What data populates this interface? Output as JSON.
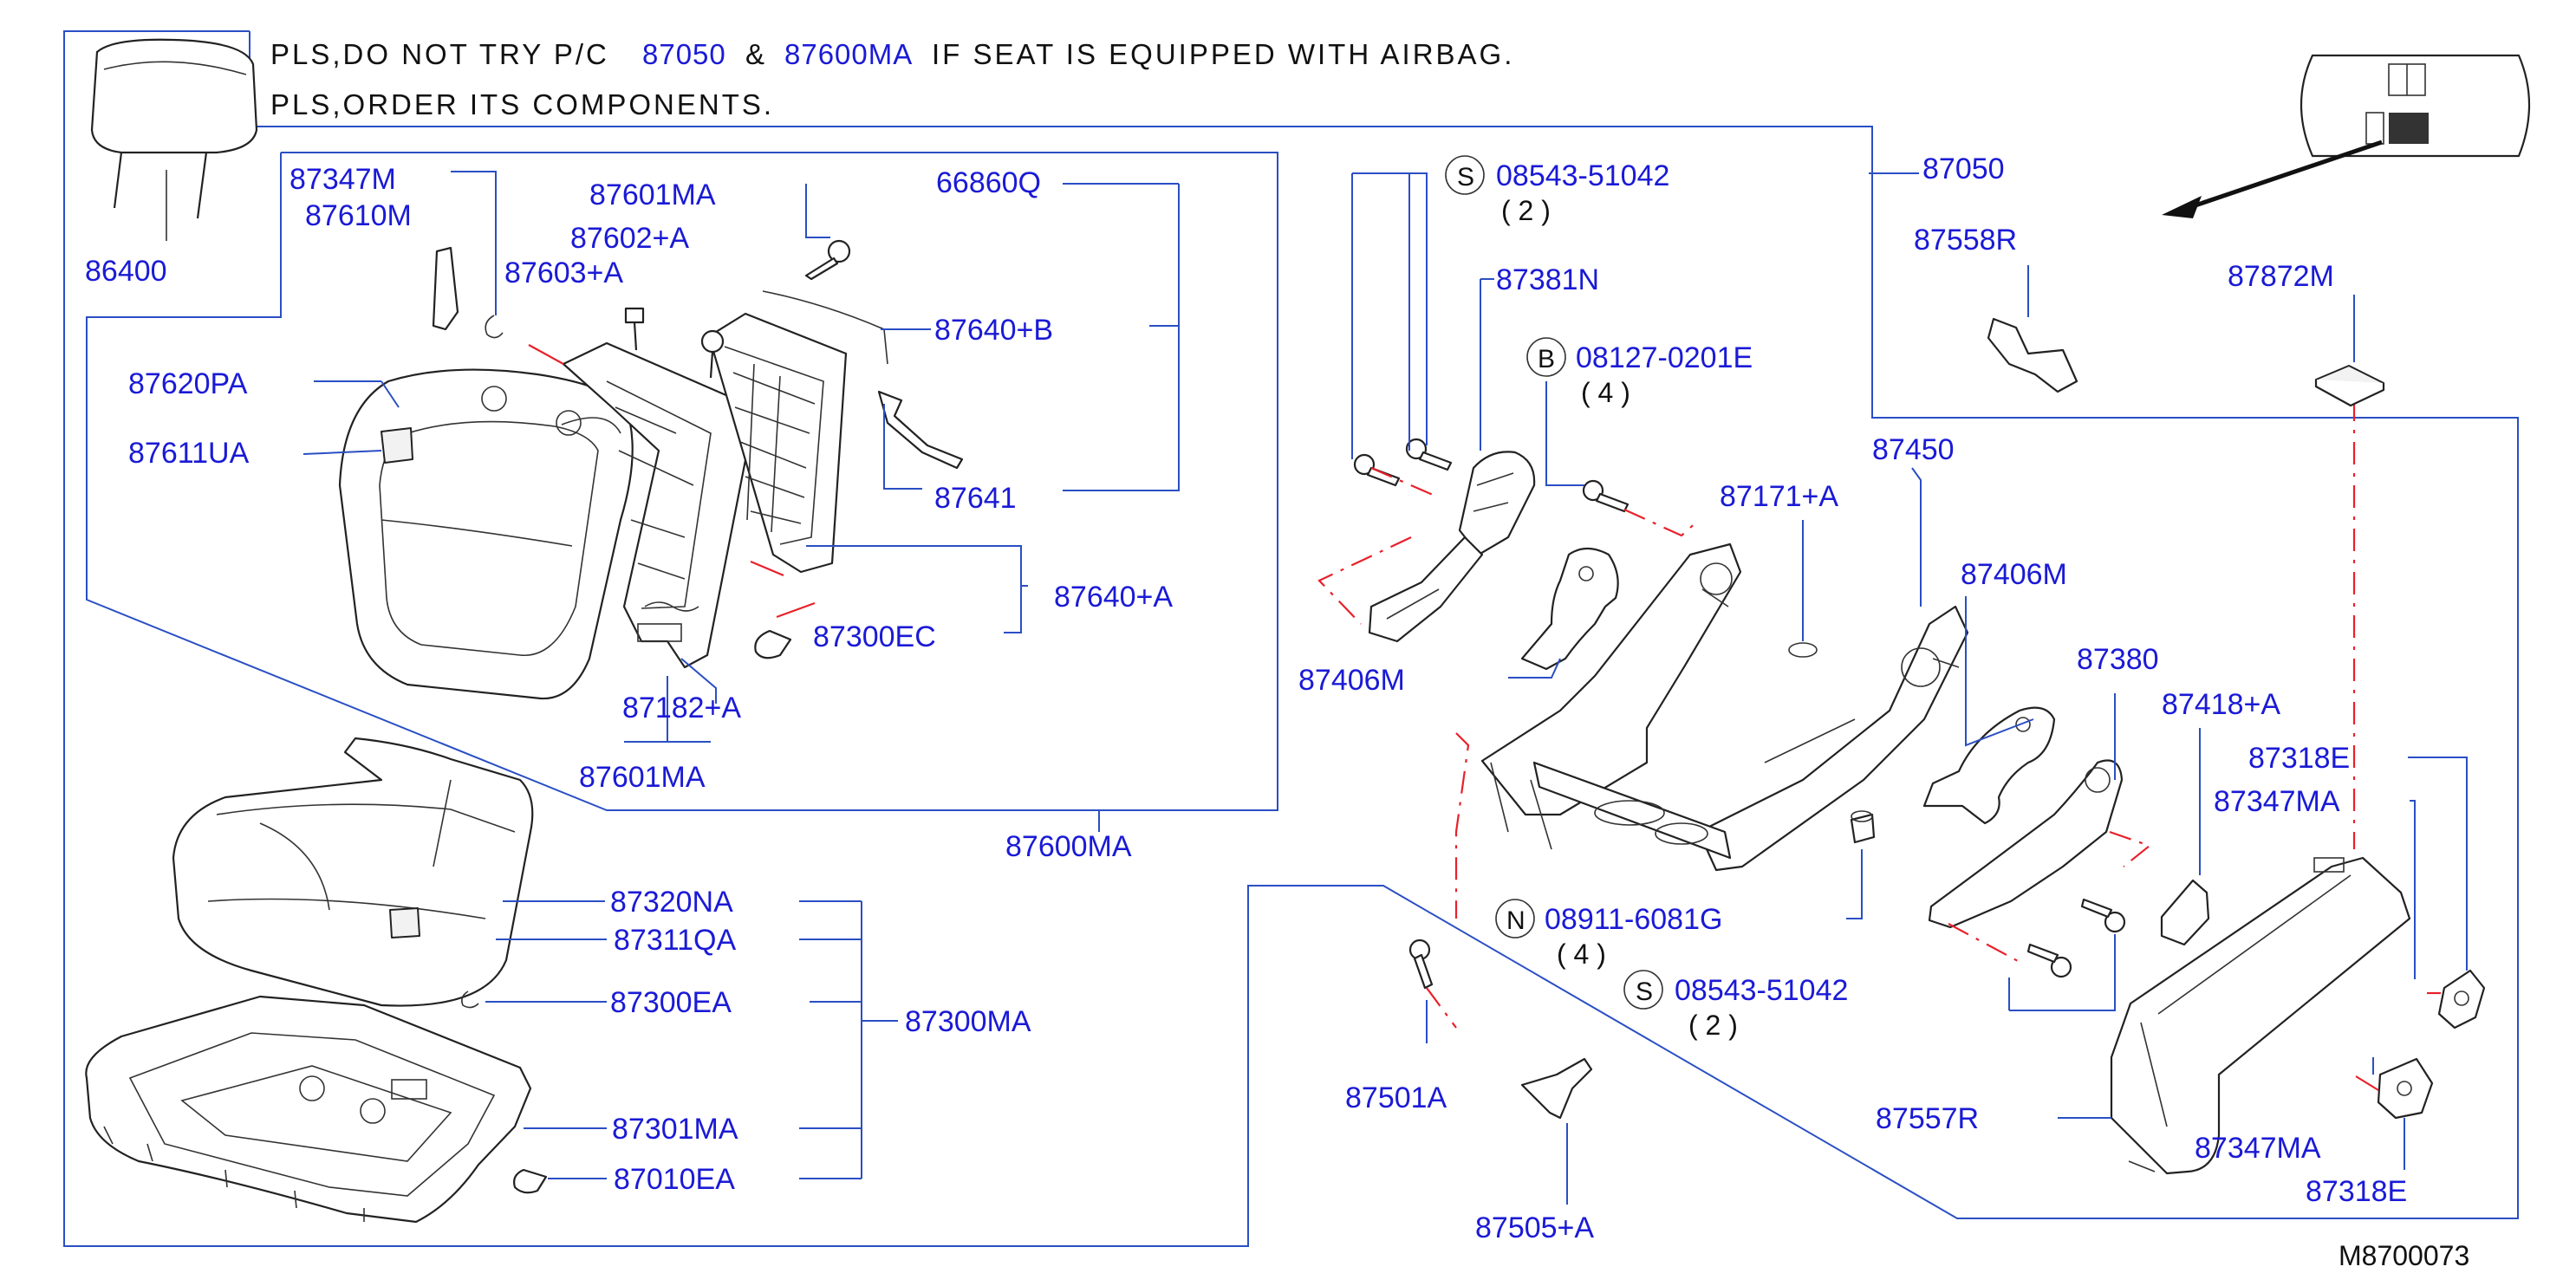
{
  "note": {
    "line1_prefix": "PLS,DO NOT TRY P/C",
    "line1_pn1": "87050",
    "line1_amp": "&",
    "line1_pn2": "87600MA",
    "line1_suffix": "IF SEAT IS EQUIPPED WITH AIRBAG.",
    "line2": "PLS,ORDER ITS COMPONENTS."
  },
  "labels": {
    "p86400": "86400",
    "p87347M": "87347M",
    "p87610M": "87610M",
    "p87601MA_top": "87601MA",
    "p66860Q": "66860Q",
    "p87602A": "87602+A",
    "p87603A": "87603+A",
    "p87640B": "87640+B",
    "p87620PA": "87620PA",
    "p87611UA": "87611UA",
    "p87641": "87641",
    "p87640A": "87640+A",
    "p87300EC": "87300EC",
    "p87182A": "87182+A",
    "p87601MA_bot": "87601MA",
    "p87600MA": "87600MA",
    "p87320NA": "87320NA",
    "p87311QA": "87311QA",
    "p87300EA": "87300EA",
    "p87300MA": "87300MA",
    "p87301MA": "87301MA",
    "p87010EA": "87010EA",
    "s_bolt_1": "08543-51042",
    "s_qty_1": "( 2 )",
    "p87381N": "87381N",
    "b_bolt": "08127-0201E",
    "b_qty": "( 4 )",
    "p87171A": "87171+A",
    "p87406M_left": "87406M",
    "p87450": "87450",
    "p87406M_right": "87406M",
    "p87380": "87380",
    "p87418A": "87418+A",
    "n_nut": "08911-6081G",
    "n_qty": "( 4 )",
    "s_bolt_2": "08543-51042",
    "s_qty_2": "( 2 )",
    "p87501A": "87501A",
    "p87505A": "87505+A",
    "p87050": "87050",
    "p87558R": "87558R",
    "p87872M": "87872M",
    "p87318E_top": "87318E",
    "p87347MA_top": "87347MA",
    "p87557R": "87557R",
    "p87347MA_bot": "87347MA",
    "p87318E_bot": "87318E",
    "ref_code": "M8700073"
  },
  "markers": {
    "s1": "S",
    "b": "B",
    "n": "N",
    "s2": "S"
  },
  "colors": {
    "part_number": "#1a1ad6",
    "leader_line": "#2a4fc4",
    "centerline": "#e8202a",
    "linework": "#222222"
  }
}
